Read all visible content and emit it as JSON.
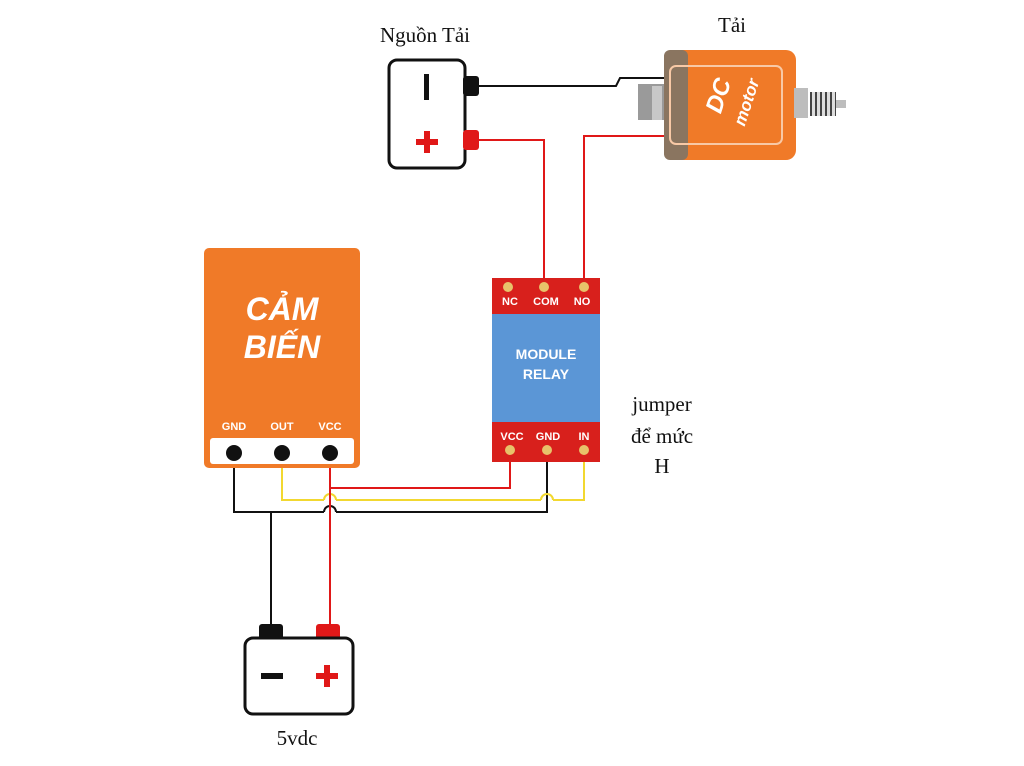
{
  "labels": {
    "load_source": "Nguồn Tải",
    "load": "Tải",
    "supply": "5vdc",
    "jumper_line1": "jumper",
    "jumper_line2": "để mức",
    "jumper_line3": "H"
  },
  "sensor": {
    "title_line1": "CẢM",
    "title_line2": "BIẾN",
    "pins": [
      "GND",
      "OUT",
      "VCC"
    ]
  },
  "relay": {
    "title_line1": "MODULE",
    "title_line2": "RELAY",
    "top_pins": [
      "NC",
      "COM",
      "NO"
    ],
    "bottom_pins": [
      "VCC",
      "GND",
      "IN"
    ]
  },
  "motor": {
    "text_line1": "DC",
    "text_line2": "motor"
  },
  "load_battery": {
    "negative_symbol": "I",
    "positive_symbol": "+"
  },
  "supply_battery": {
    "negative_symbol": "−",
    "positive_symbol": "+"
  },
  "colors": {
    "orange": "#f07a28",
    "relay_red": "#d8201c",
    "relay_blue": "#5b96d6",
    "wire_red": "#e01818",
    "wire_yellow": "#f2d830",
    "wire_black": "#111111",
    "pin_gold": "#e8c26a"
  }
}
